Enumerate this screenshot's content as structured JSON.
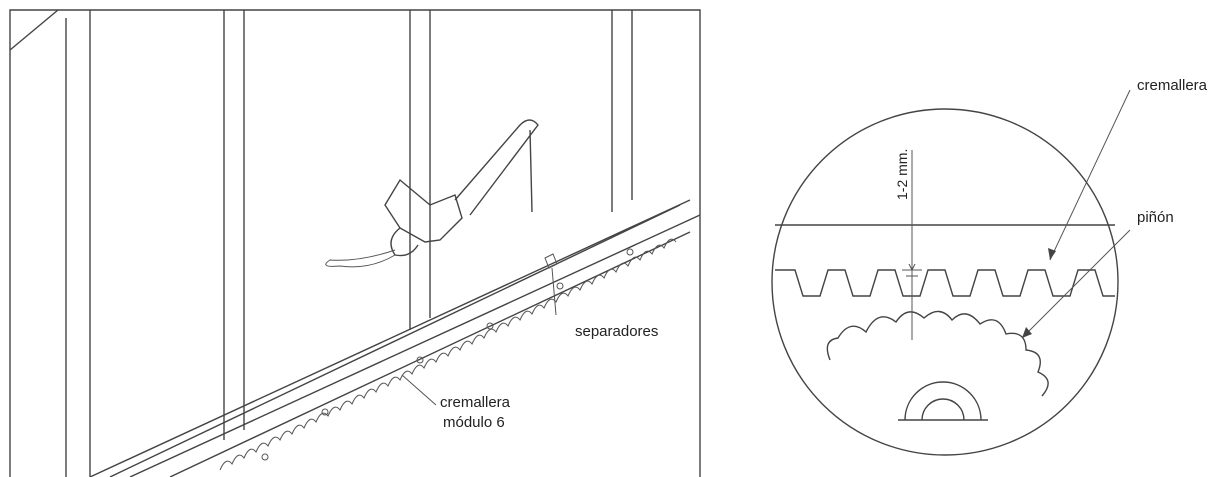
{
  "left_diagram": {
    "label_separadores": "separadores",
    "label_cremallera_line1": "cremallera",
    "label_cremallera_line2": "módulo 6"
  },
  "right_diagram": {
    "label_cremallera": "cremallera",
    "label_pinon": "piñón",
    "label_gap": "1-2 mm."
  }
}
